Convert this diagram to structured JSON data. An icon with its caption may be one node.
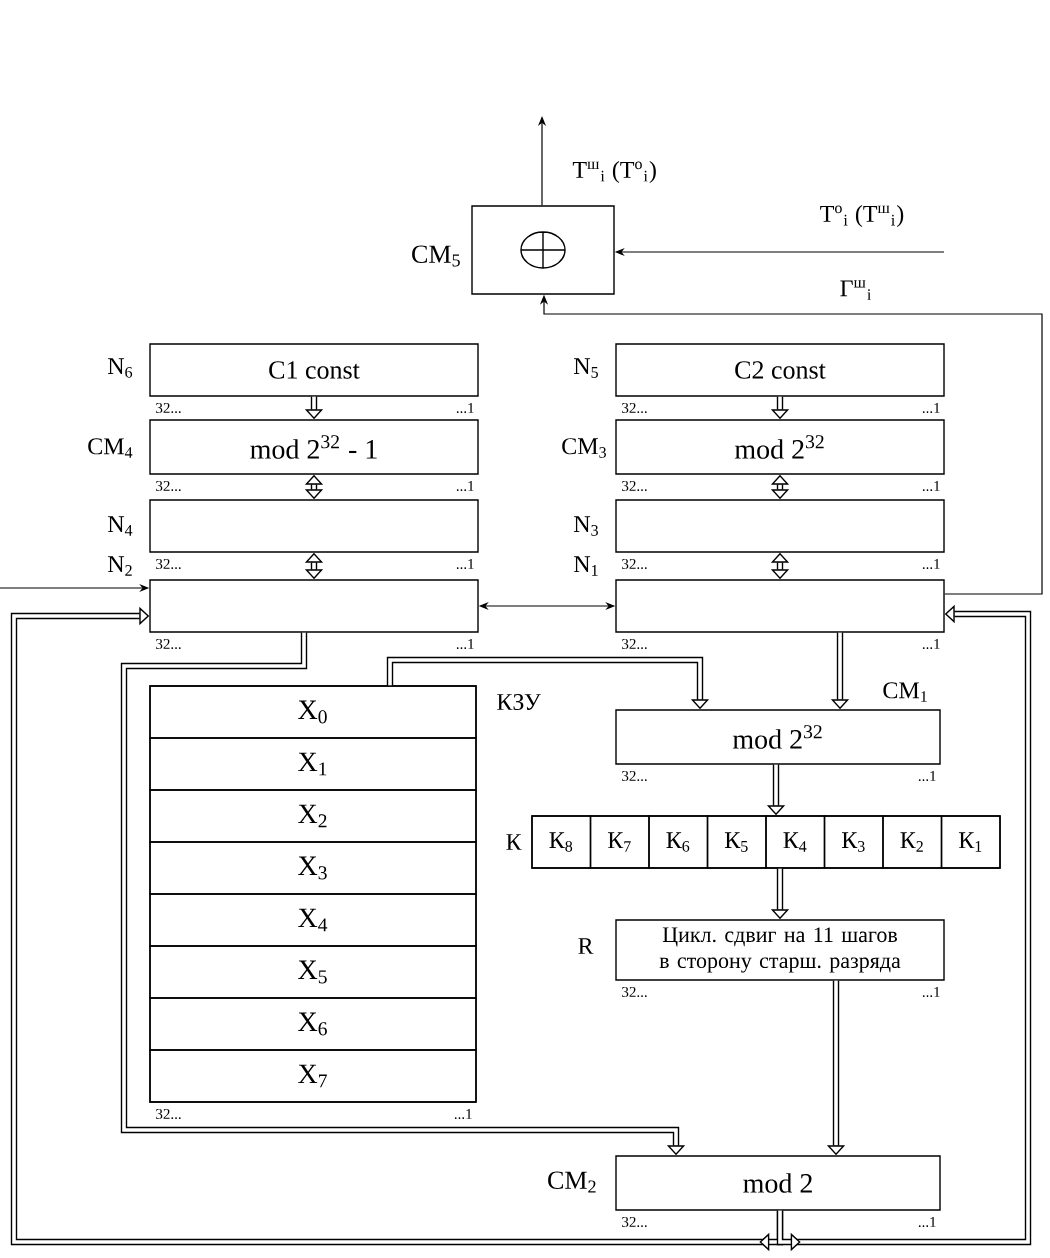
{
  "diagram": {
    "nodes": [
      {
        "text": [],
        "shape": "box",
        "beside": [
          "СМ$_{5}$"
        ]
      },
      {
        "text": [
          "С1 const"
        ],
        "beside": [
          "N$_{6}$",
          "32...",
          "...1"
        ]
      },
      {
        "text": [
          "С2 const"
        ],
        "beside": [
          "N$_{5}$",
          "32...",
          "...1"
        ]
      },
      {
        "text": [
          "mod 2$^{32}$ - 1"
        ],
        "beside": [
          "СМ$_{4}$",
          "32...",
          "...1"
        ]
      },
      {
        "text": [
          "mod 2$^{32}$"
        ],
        "beside": [
          "СМ$_{3}$",
          "32...",
          "...1"
        ]
      },
      {
        "text": [],
        "shape": "box",
        "beside": [
          "N$_{4}$",
          "32...",
          "...1"
        ]
      },
      {
        "text": [],
        "shape": "box",
        "beside": [
          "N$_{3}$",
          "32...",
          "...1"
        ]
      },
      {
        "text": [],
        "shape": "box",
        "beside": [
          "N$_{2}$",
          "32...",
          "...1"
        ]
      },
      {
        "text": [],
        "shape": "box",
        "beside": [
          "N$_{1}$",
          "32...",
          "...1"
        ]
      },
      {
        "text": [],
        "shape": "box",
        "beside": [
          "КЗУ",
          "32...",
          "...1"
        ]
      },
      {
        "text": [
          "X$_{0}$"
        ],
        "in": 9
      },
      {
        "text": [
          "X$_{1}$"
        ],
        "in": 9
      },
      {
        "text": [
          "X$_{2}$"
        ],
        "in": 9
      },
      {
        "text": [
          "X$_{3}$"
        ],
        "in": 9
      },
      {
        "text": [
          "X$_{4}$"
        ],
        "in": 9
      },
      {
        "text": [
          "X$_{5}$"
        ],
        "in": 9
      },
      {
        "text": [
          "X$_{6}$"
        ],
        "in": 9
      },
      {
        "text": [
          "X$_{7}$"
        ],
        "in": 9
      },
      {
        "text": [
          "mod 2$^{32}$"
        ],
        "beside": [
          "СМ$_{1}$",
          "32...",
          "...1"
        ]
      },
      {
        "text": [],
        "shape": "box",
        "beside": [
          "К"
        ]
      },
      {
        "text": [
          "К$_{8}$"
        ],
        "in": 19
      },
      {
        "text": [
          "К$_{7}$"
        ],
        "in": 19
      },
      {
        "text": [
          "К$_{6}$"
        ],
        "in": 19
      },
      {
        "text": [
          "К$_{5}$"
        ],
        "in": 19
      },
      {
        "text": [
          "К$_{4}$"
        ],
        "in": 19
      },
      {
        "text": [
          "К$_{3}$"
        ],
        "in": 19
      },
      {
        "text": [
          "К$_{2}$"
        ],
        "in": 19
      },
      {
        "text": [
          "К$_{1}$"
        ],
        "in": 19
      },
      {
        "text": [
          "Цикл. сдвиг на 11 шагов в сторону старш. разряда"
        ],
        "beside": [
          "R",
          "32...",
          "...1"
        ]
      },
      {
        "text": [
          "mod 2"
        ],
        "beside": [
          "СМ$_{2}$",
          "32...",
          "...1"
        ]
      }
    ],
    "edges": [
      {
        "from": 0,
        "to": null,
        "arrow": "to",
        "label": "Т$^{ш}$$_{i}$ (Т$^{о}$$_{i}$)"
      },
      {
        "from": null,
        "to": 0,
        "arrow": "to",
        "label": "Т$^{о}$$_{i}$ (Т$^{ш}$$_{i}$)"
      },
      {
        "from": 8,
        "to": 0,
        "arrow": "to",
        "label": "Г$^{ш}$$_{i}$"
      },
      {
        "from": 1,
        "to": 3,
        "arrow": "to"
      },
      {
        "from": 3,
        "to": 5,
        "arrow": "both"
      },
      {
        "from": 5,
        "to": 7,
        "arrow": "both"
      },
      {
        "from": 2,
        "to": 4,
        "arrow": "to"
      },
      {
        "from": 4,
        "to": 6,
        "arrow": "both"
      },
      {
        "from": 6,
        "to": 8,
        "arrow": "both"
      },
      {
        "from": 7,
        "to": 8,
        "arrow": "both"
      },
      {
        "from": null,
        "to": 7,
        "arrow": "to"
      },
      {
        "from": 29,
        "to": 7,
        "arrow": "to"
      },
      {
        "from": 29,
        "to": 8,
        "arrow": "to"
      },
      {
        "from": 7,
        "to": 29,
        "arrow": "to"
      },
      {
        "from": 9,
        "to": 18,
        "arrow": "to"
      },
      {
        "from": 8,
        "to": 18,
        "arrow": "to"
      },
      {
        "from": 18,
        "to": 19,
        "arrow": "to"
      },
      {
        "from": 19,
        "to": 28,
        "arrow": "to"
      },
      {
        "from": 28,
        "to": 29,
        "arrow": "to"
      }
    ]
  }
}
